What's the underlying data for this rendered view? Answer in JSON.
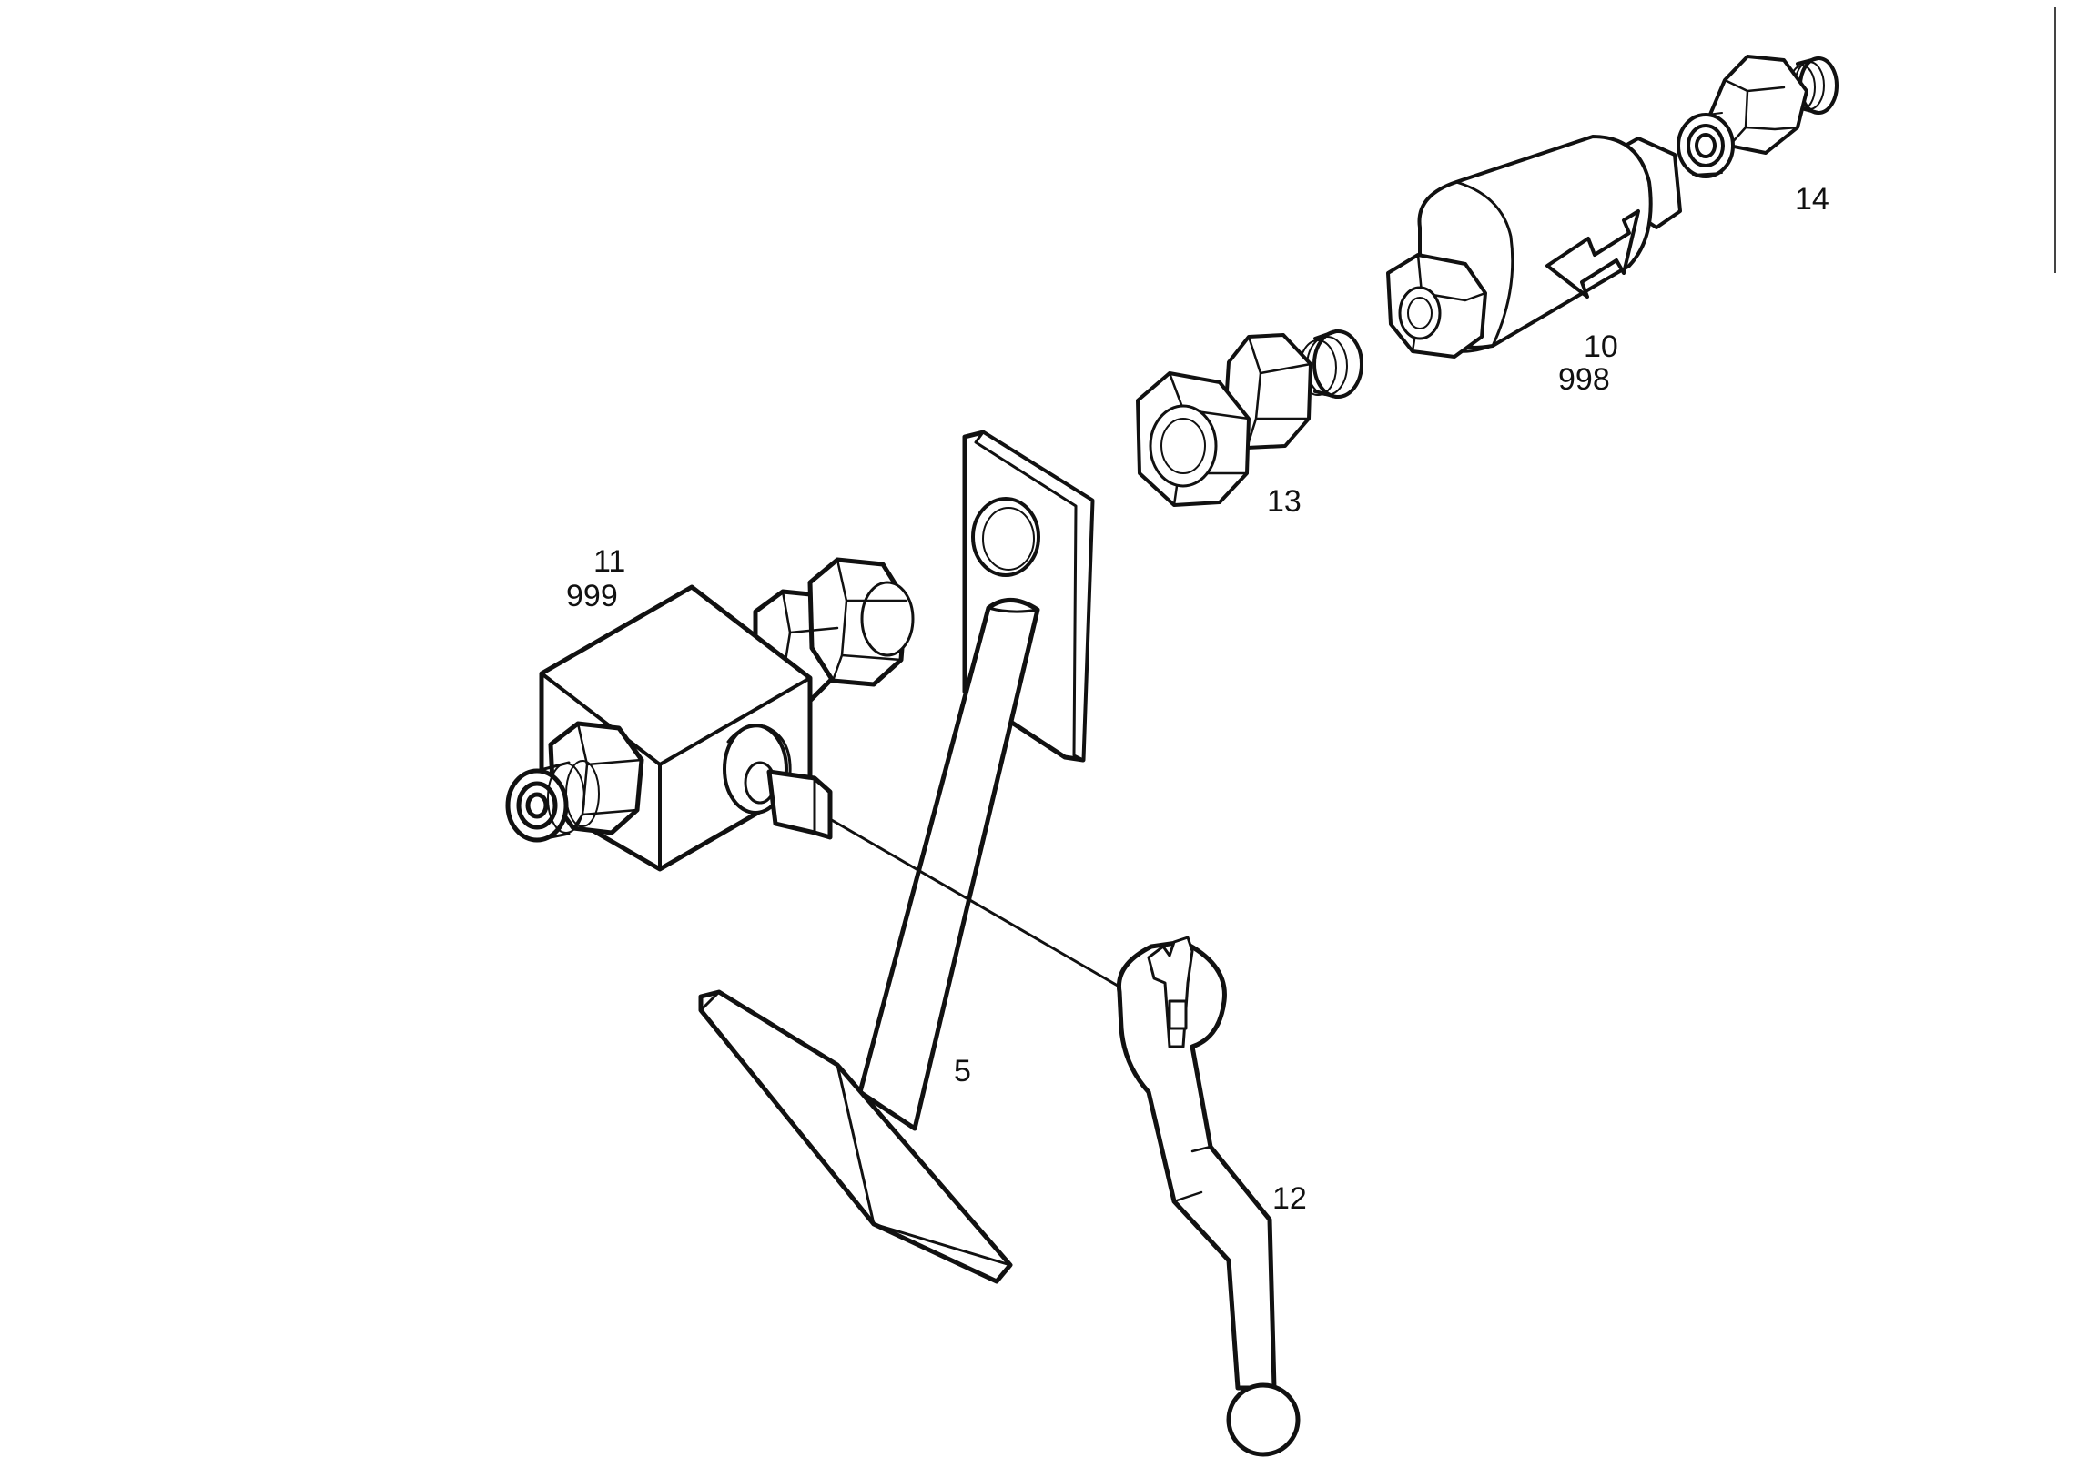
{
  "diagram": {
    "callouts": {
      "part_5": "5",
      "part_10": "10",
      "part_10_alt": "998",
      "part_11": "11",
      "part_11_alt": "999",
      "part_12": "12",
      "part_13": "13",
      "part_14": "14"
    },
    "parts": [
      {
        "id": "5",
        "name": "pedal"
      },
      {
        "id": "10",
        "name": "inline valve with direction arrow"
      },
      {
        "id": "11",
        "name": "valve block"
      },
      {
        "id": "12",
        "name": "lever"
      },
      {
        "id": "13",
        "name": "union fitting"
      },
      {
        "id": "14",
        "name": "connector fitting"
      }
    ],
    "colors": {
      "ink": "#111111",
      "paper": "#ffffff"
    }
  }
}
